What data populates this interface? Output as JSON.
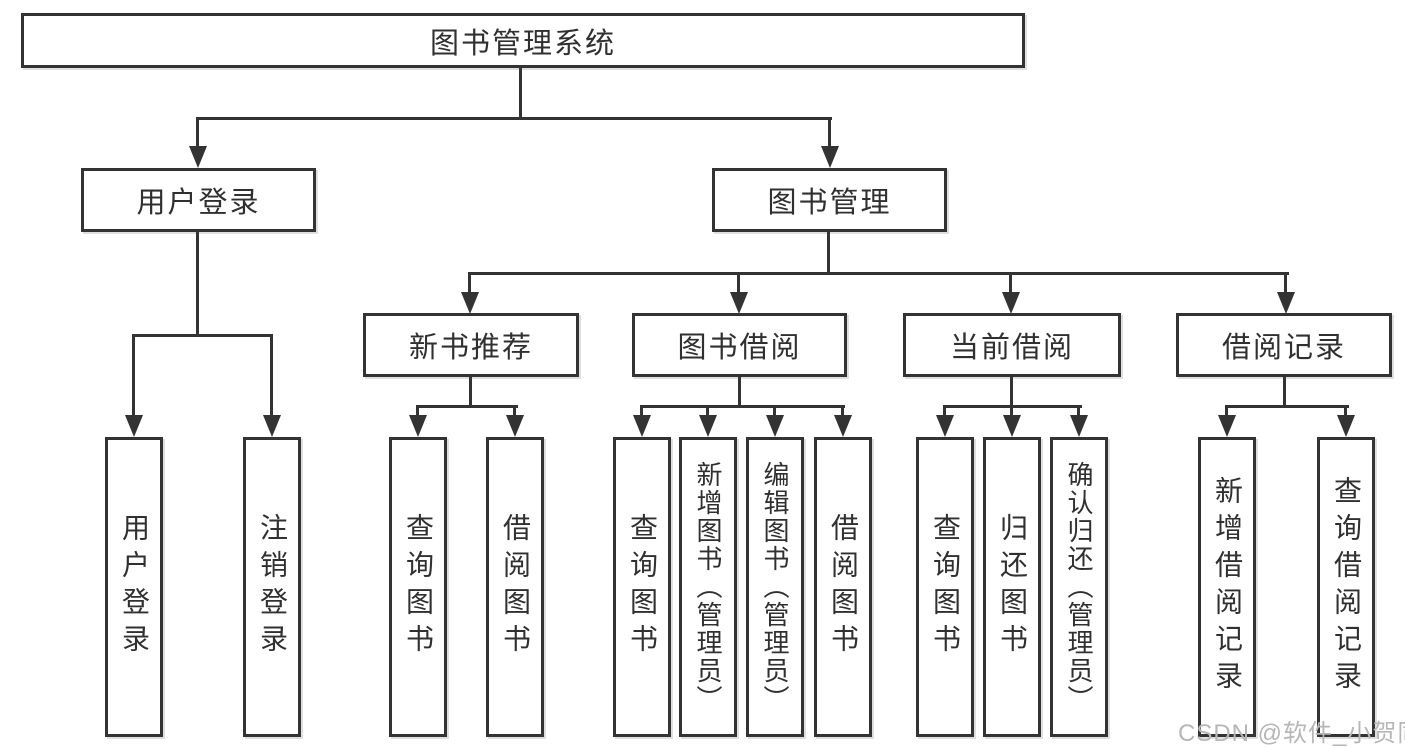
{
  "diagram_type": "hierarchy",
  "colors": {
    "line": "#333333",
    "background": "#ffffff",
    "watermark": "#b6b6b6"
  },
  "tree": {
    "label": "图书管理系统",
    "children": [
      {
        "label": "用户登录",
        "children": [
          {
            "label": "用户登录"
          },
          {
            "label": "注销登录"
          }
        ]
      },
      {
        "label": "图书管理",
        "children": [
          {
            "label": "新书推荐",
            "children": [
              {
                "label": "查询图书"
              },
              {
                "label": "借阅图书"
              }
            ]
          },
          {
            "label": "图书借阅",
            "children": [
              {
                "label": "查询图书"
              },
              {
                "label": "新增图书（管理员）"
              },
              {
                "label": "编辑图书（管理员）"
              },
              {
                "label": "借阅图书"
              }
            ]
          },
          {
            "label": "当前借阅",
            "children": [
              {
                "label": "查询图书"
              },
              {
                "label": "归还图书"
              },
              {
                "label": "确认归还（管理员）"
              }
            ]
          },
          {
            "label": "借阅记录",
            "children": [
              {
                "label": "新增借阅记录"
              },
              {
                "label": "查询借阅记录"
              }
            ]
          }
        ]
      }
    ]
  },
  "watermark": {
    "text": "CSDN @软件_小贺同学"
  }
}
